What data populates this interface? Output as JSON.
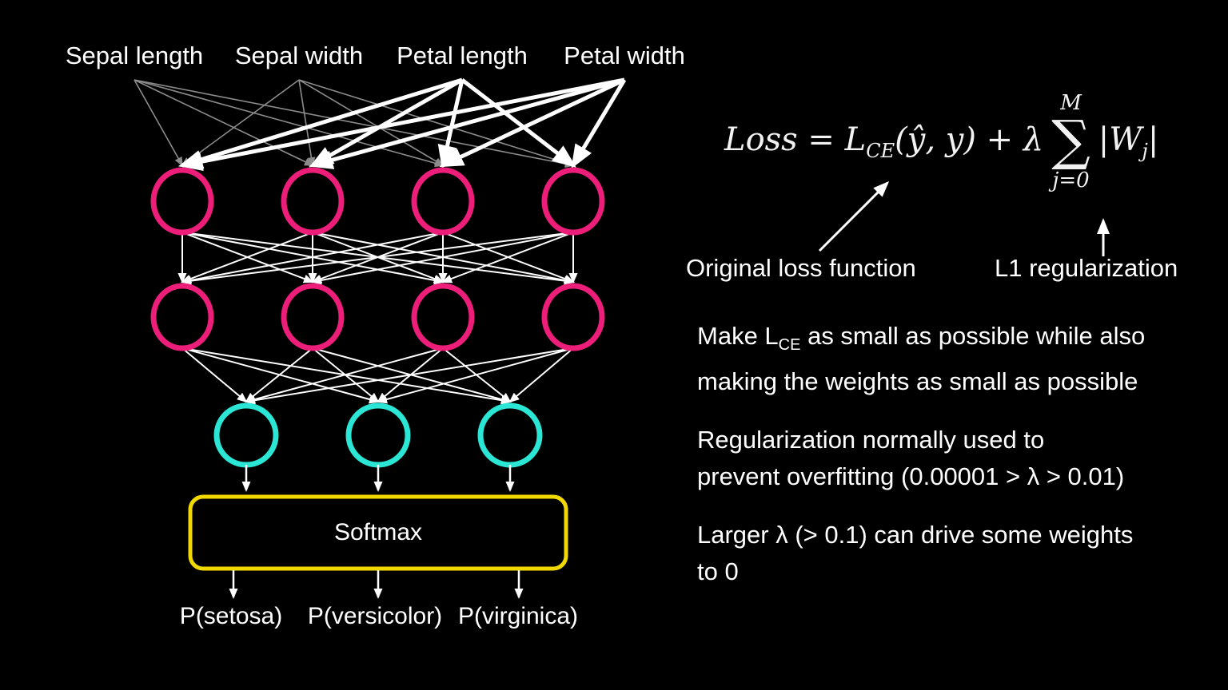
{
  "slide": {
    "background": "#000000"
  },
  "colors": {
    "node_pink": "#ED1E79",
    "node_cyan": "#2BE5D5",
    "softmax_yellow": "#F0D800",
    "arrow_white": "#FFFFFF",
    "arrow_gray": "#8C8C8C",
    "text_white": "#FFFFFF"
  },
  "network": {
    "inputs": [
      "Sepal length",
      "Sepal width",
      "Petal length",
      "Petal width"
    ],
    "input_weight_style": [
      "weak",
      "weak",
      "strong",
      "strong"
    ],
    "hidden_layer_1_nodes": 4,
    "hidden_layer_2_nodes": 4,
    "output_nodes": 3,
    "softmax_label": "Softmax",
    "output_labels": [
      "P(setosa)",
      "P(versicolor)",
      "P(virginica)"
    ]
  },
  "formula": {
    "main_pre": "Loss = L",
    "ce_sub": "CE",
    "main_mid": "(ŷ, y) + λ",
    "sum_upper": "M",
    "sum_sigma": "∑",
    "sum_lower": "j=0",
    "w_pre": "|W",
    "w_sub": "j",
    "w_post": "|"
  },
  "annotations": {
    "original_loss": "Original loss function",
    "l1_reg": "L1 regularization"
  },
  "notes": [
    {
      "pre": "Make L",
      "sub": "CE",
      "post": " as small as possible while also\nmaking the weights as small as possible"
    },
    {
      "text": "Regularization normally used to\nprevent overfitting (0.00001 > λ > 0.01)"
    },
    {
      "text": "Larger λ (> 0.1) can drive some weights\nto 0"
    }
  ]
}
